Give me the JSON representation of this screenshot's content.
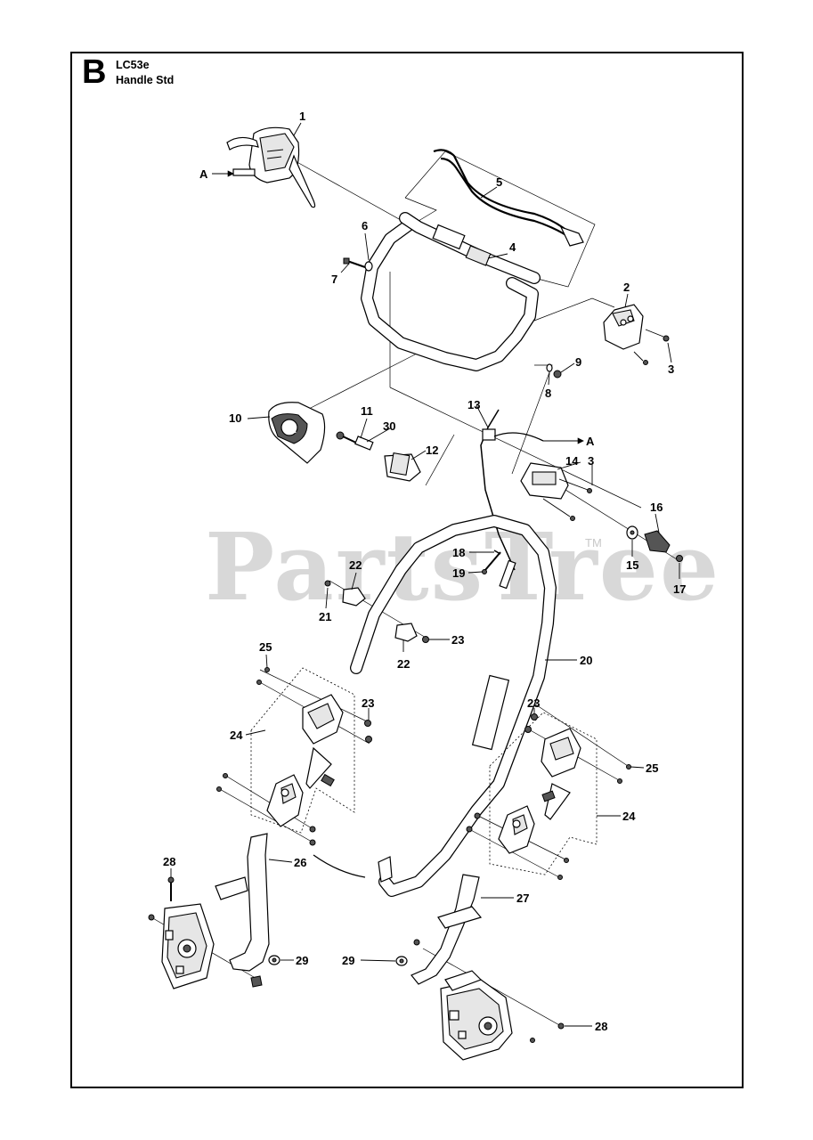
{
  "header": {
    "section_letter": "B",
    "model": "LC53e",
    "section_title": "Handle Std"
  },
  "watermark": {
    "text": "PartsTree",
    "trademark": "TM"
  },
  "callouts": {
    "c1": "1",
    "c2": "2",
    "c3a": "3",
    "c3b": "3",
    "c4": "4",
    "c5": "5",
    "c6": "6",
    "c7": "7",
    "c8": "8",
    "c9": "9",
    "c10": "10",
    "c11": "11",
    "c12": "12",
    "c13": "13",
    "c14": "14",
    "c15": "15",
    "c16": "16",
    "c17": "17",
    "c18": "18",
    "c19": "19",
    "c20": "20",
    "c21": "21",
    "c22a": "22",
    "c22b": "22",
    "c23a": "23",
    "c23b": "23",
    "c23c": "23",
    "c24a": "24",
    "c24b": "24",
    "c25a": "25",
    "c25b": "25",
    "c26": "26",
    "c27": "27",
    "c28a": "28",
    "c28b": "28",
    "c29a": "29",
    "c29b": "29",
    "c30": "30",
    "ref_a_left": "A",
    "ref_a_right": "A"
  }
}
